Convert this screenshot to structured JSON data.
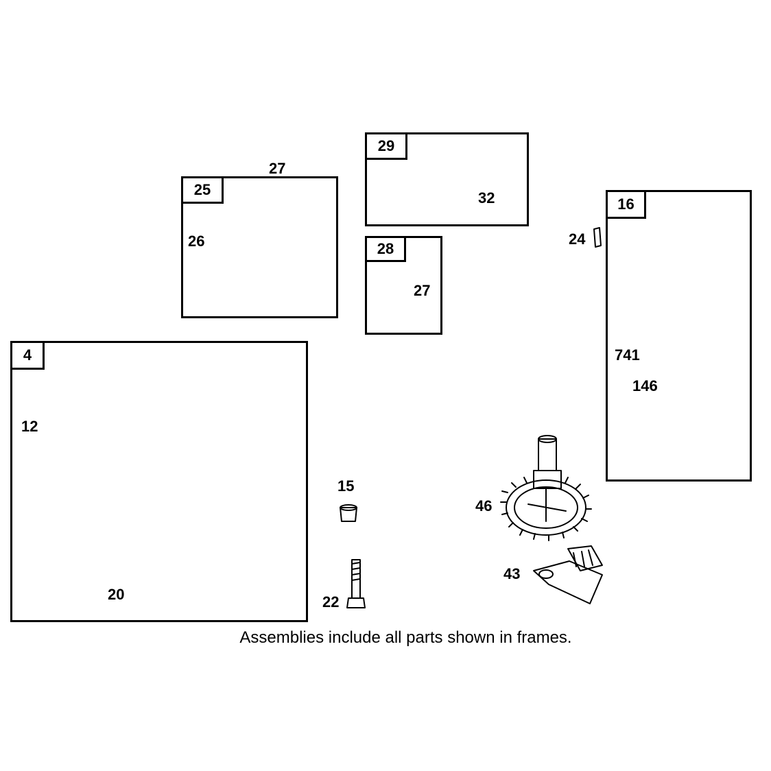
{
  "diagram": {
    "frames": {
      "f25": "25",
      "f29": "29",
      "f28": "28",
      "f16": "16",
      "f4": "4"
    },
    "labels": {
      "l27a": "27",
      "l26": "26",
      "l32": "32",
      "l27b": "27",
      "l24": "24",
      "l741": "741",
      "l146": "146",
      "l12": "12",
      "l15": "15",
      "l46": "46",
      "l43": "43",
      "l20": "20",
      "l22": "22"
    },
    "caption": "Assemblies include all parts shown in frames."
  }
}
